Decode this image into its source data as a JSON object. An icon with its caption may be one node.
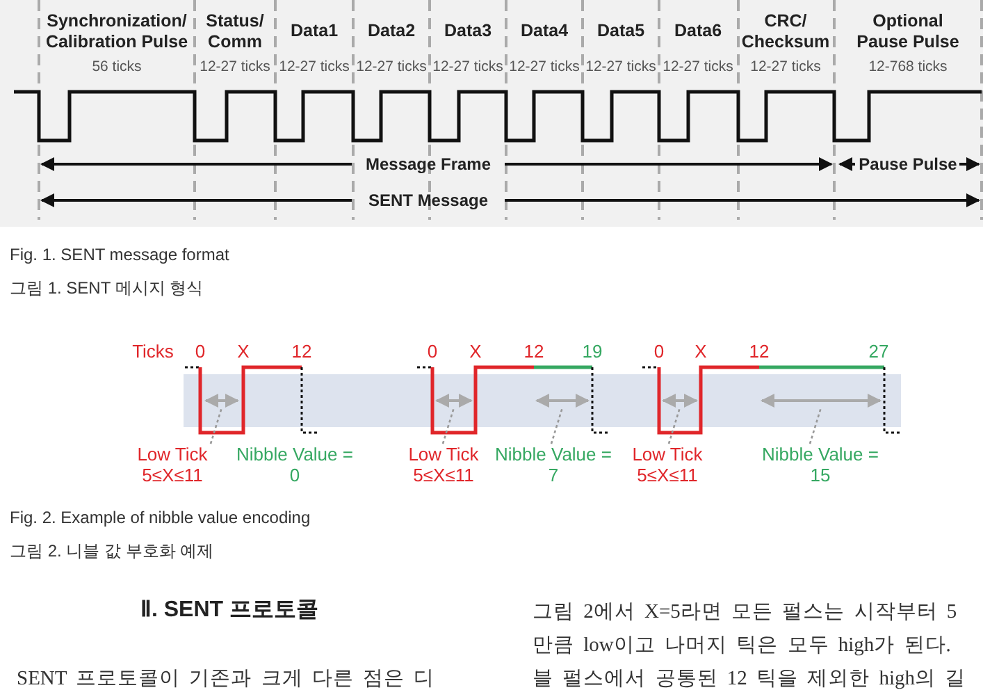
{
  "diagram": {
    "nodes": [
      {
        "text": [],
        "shape": "arrow"
      },
      {
        "text": [
          "Low Tick 5≤X≤11"
        ]
      },
      {
        "text": [
          "Nibble Value = 0"
        ]
      },
      {
        "text": [],
        "shape": "arrow"
      },
      {
        "text": [],
        "shape": "arrow"
      },
      {
        "text": [
          "Low Tick 5≤X≤11"
        ]
      },
      {
        "text": [
          "Nibble Value = 7"
        ]
      },
      {
        "text": [],
        "shape": "arrow"
      },
      {
        "text": [],
        "shape": "arrow"
      },
      {
        "text": [
          "Low Tick 5≤X≤11"
        ]
      },
      {
        "text": [
          "Nibble Value = 15"
        ]
      }
    ],
    "edges": [
      {
        "from": 1,
        "to": 0,
        "arrow": "none"
      },
      {
        "from": 5,
        "to": 3,
        "arrow": "none"
      },
      {
        "from": 6,
        "to": 4,
        "arrow": "none"
      },
      {
        "from": 9,
        "to": 7,
        "arrow": "none"
      },
      {
        "from": 10,
        "to": 8,
        "arrow": "none"
      }
    ],
    "labels": [
      "Synchronization/ Calibration Pulse",
      "Status/ Comm",
      "Data1",
      "Data2",
      "Data3",
      "Data4",
      "Data5",
      "Data6",
      "CRC/ Checksum",
      "Optional Pause Pulse",
      "56 ticks",
      "12-27 ticks",
      "12-27 ticks",
      "12-27 ticks",
      "12-27 ticks",
      "12-27 ticks",
      "12-27 ticks",
      "12-27 ticks",
      "12-27 ticks",
      "12-768 ticks",
      "Message Frame",
      "Pause Pulse",
      "SENT Message",
      "Fig. 1. SENT message format",
      "그림 1. SENT 메시지 형식",
      "Ticks",
      "0",
      "X",
      "12",
      "0",
      "X",
      "12",
      "19",
      "0",
      "X",
      "12",
      "27",
      "Fig. 2. Example of nibble value encoding",
      "그림 2. 니블 값 부호화 예제",
      "Ⅱ. SENT 프로토콜",
      "SENT 프로토콜이 기존과 크게 다른 점은 디",
      "그림 2에서 X=5라면 모든 펄스는 시작부터 5",
      "만큼 low이고 나머지 틱은 모두 high가 된다.",
      "블 펄스에서 공통된 12 틱을 제외한 high의 길"
    ]
  }
}
